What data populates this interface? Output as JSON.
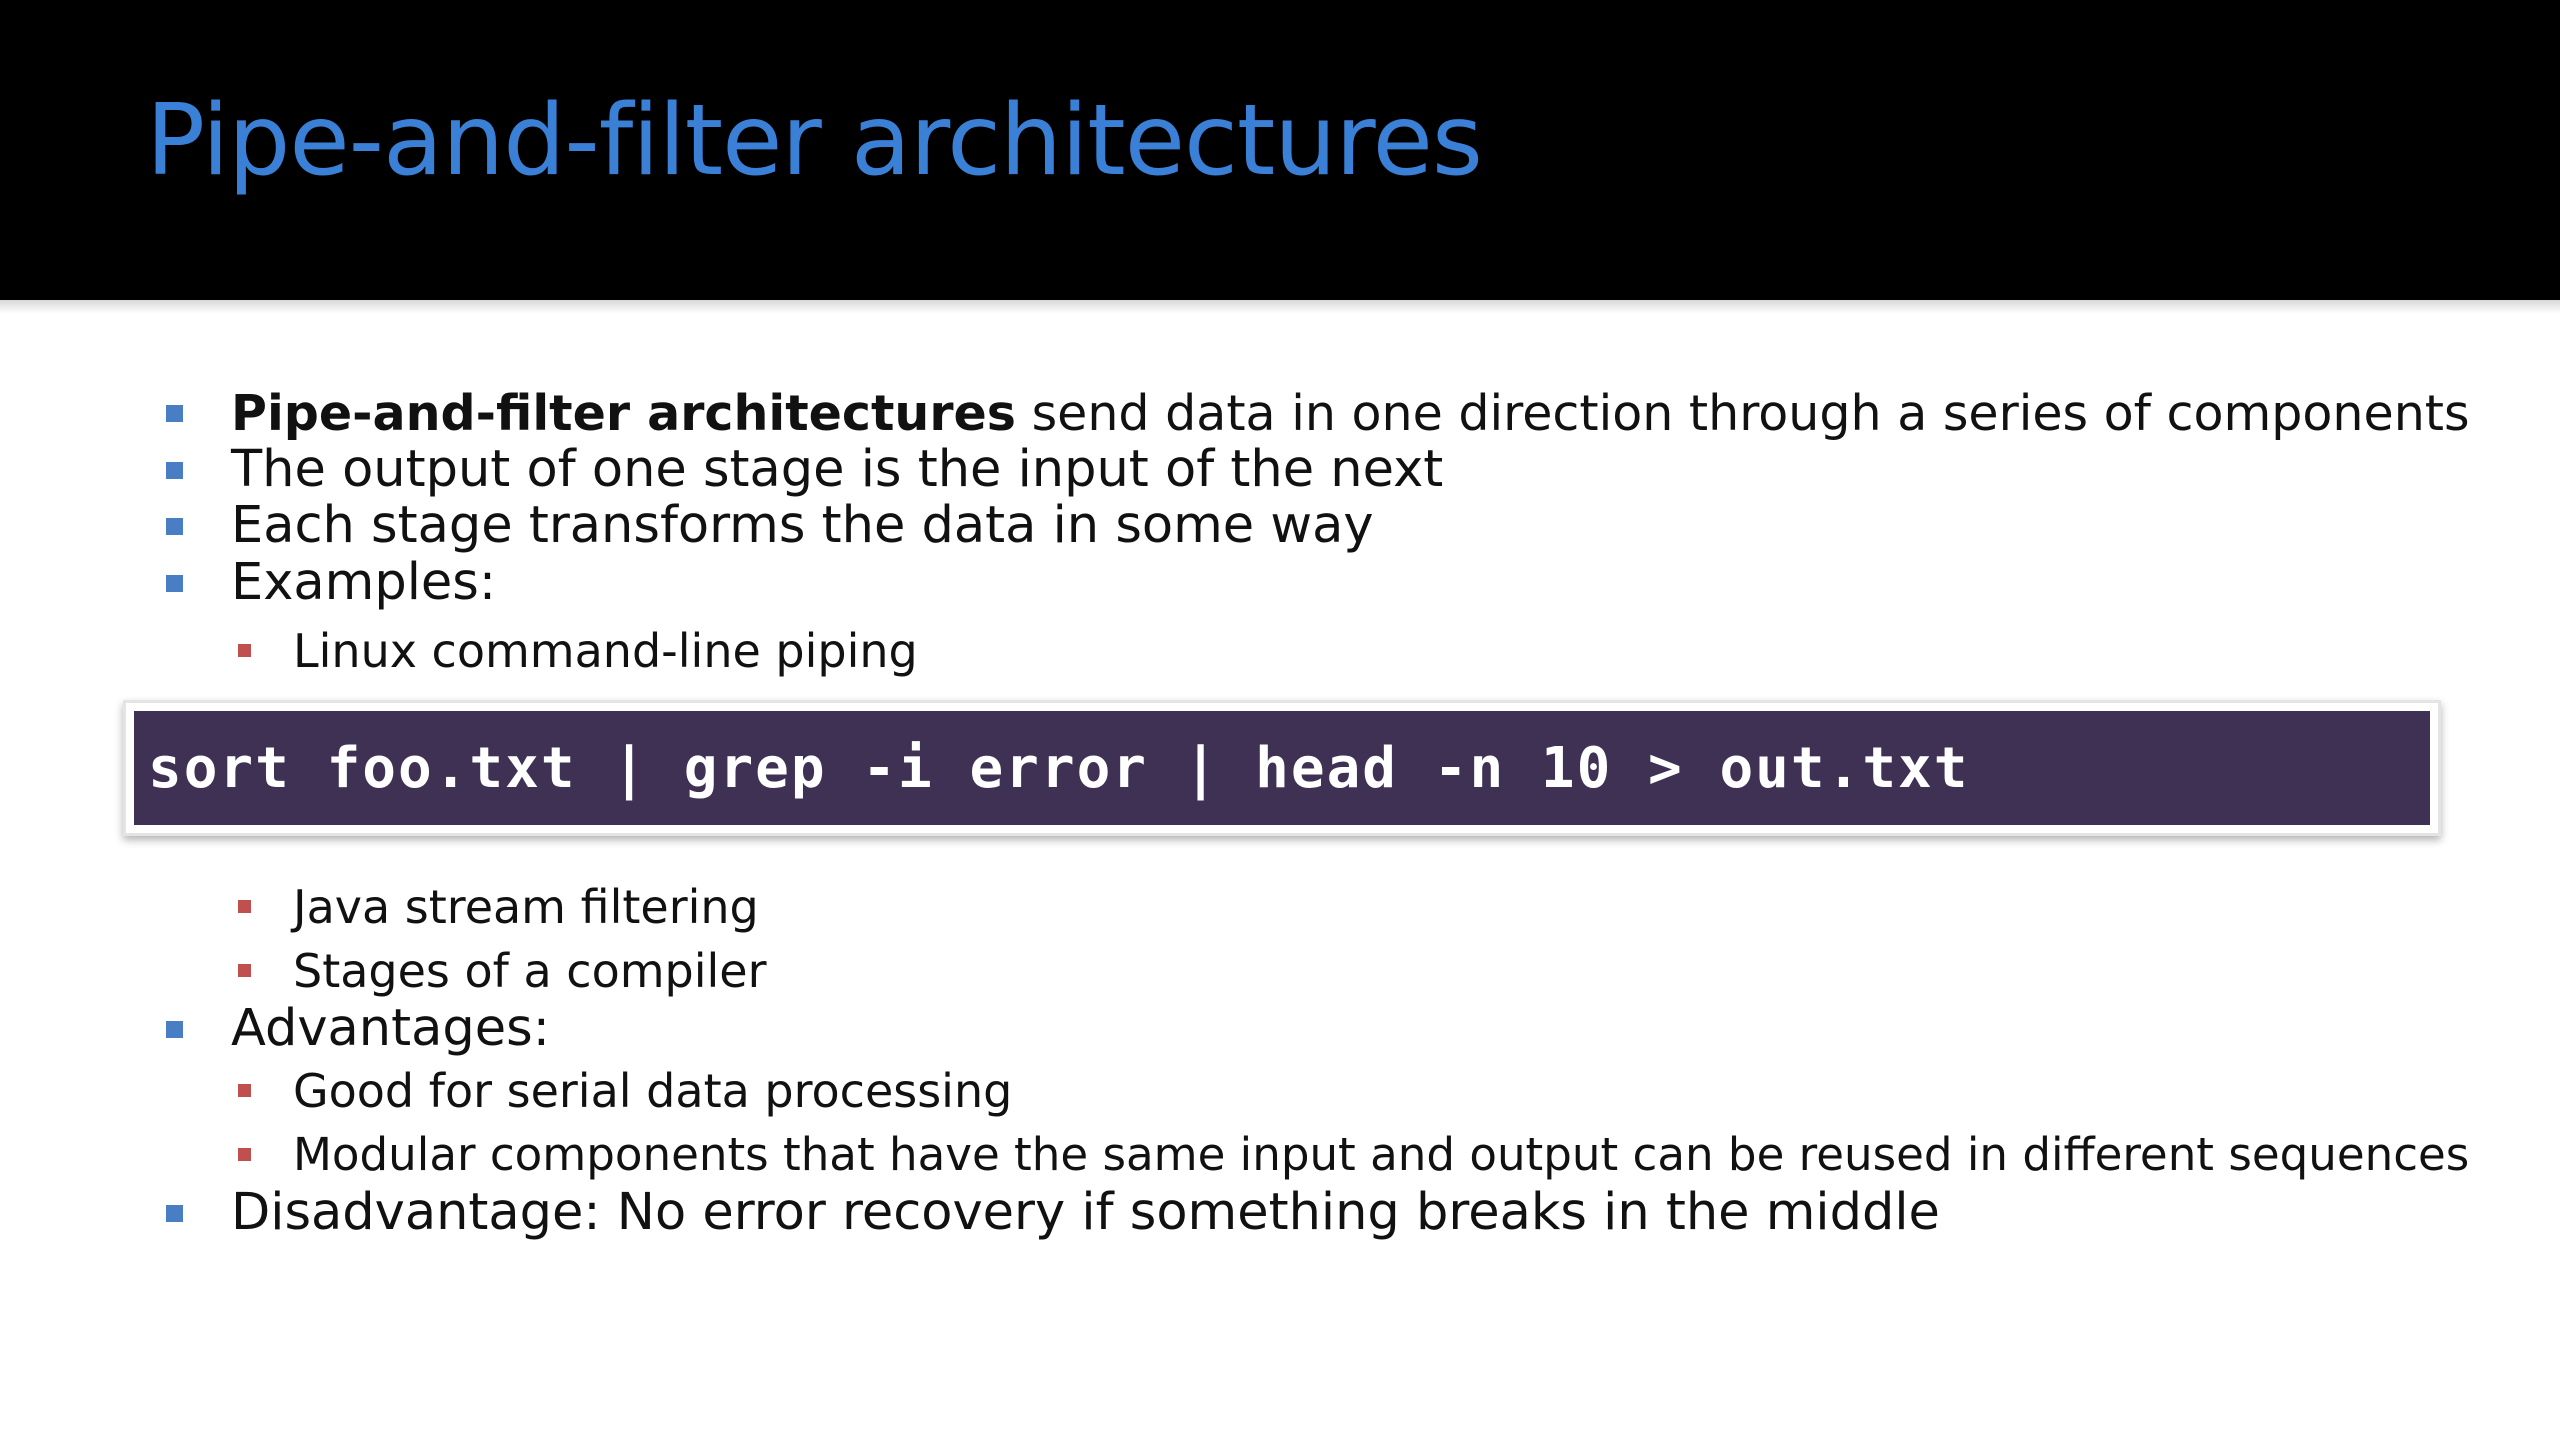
{
  "slide": {
    "title": "Pipe-and-filter architectures",
    "items": [
      {
        "bold": "Pipe-and-filter architectures",
        "text": " send data in one direction through a series of components"
      },
      {
        "text": "The output of one stage is the input of the next"
      },
      {
        "text": "Each stage transforms the data in some way"
      },
      {
        "text": "Examples:",
        "subitems": [
          {
            "text": "Linux command-line piping"
          },
          {
            "text": "Java stream filtering"
          },
          {
            "text": "Stages of a compiler"
          }
        ]
      },
      {
        "text": "Advantages:",
        "subitems": [
          {
            "text": "Good for serial data processing"
          },
          {
            "text": "Modular components that have the same input and output can be reused in different sequences"
          }
        ]
      },
      {
        "text": "Disadvantage: No error recovery if something breaks in the middle"
      }
    ],
    "code": {
      "command": "sort foo.txt | grep -i error | head -n 10 > out.txt"
    }
  },
  "colors": {
    "title_bar": "#000000",
    "title_text": "#3a80d6",
    "level1_bullet": "#4a7ec4",
    "level2_bullet": "#c0504d",
    "code_background": "#3f3154",
    "code_text": "#ffffff"
  }
}
